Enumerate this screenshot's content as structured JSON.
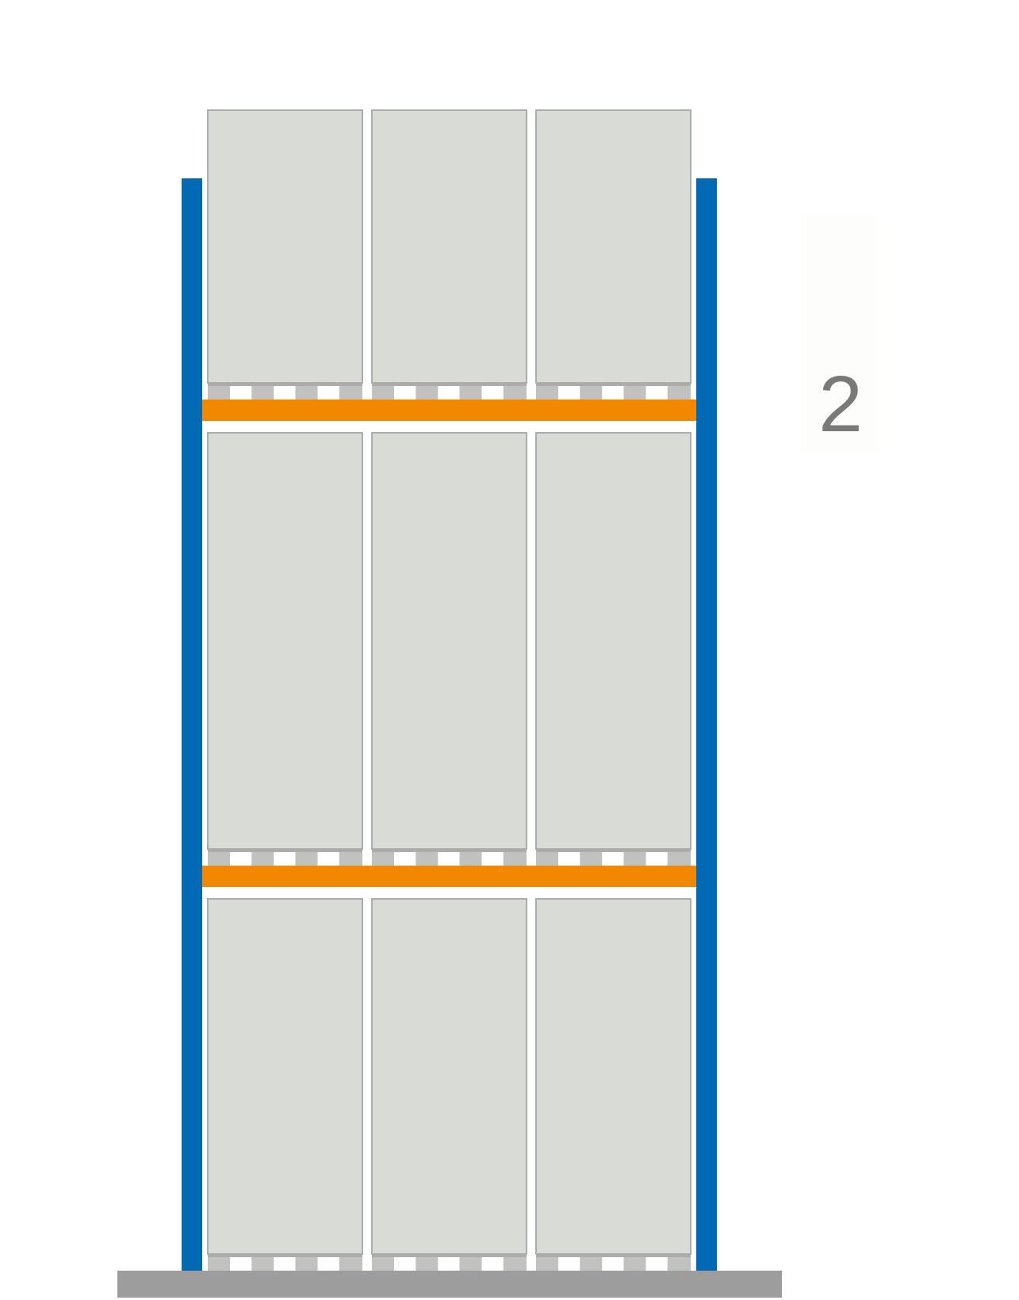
{
  "diagram": {
    "level_label": "2",
    "colors": {
      "upright": "#0269b4",
      "beam": "#f28800",
      "floor": "#9d9d9d",
      "load": "#d9dbd7",
      "load_border": "#acacac",
      "pallet_block": "#c1c1bf"
    },
    "rack": {
      "levels": 3,
      "pallets_per_level": 3
    }
  }
}
